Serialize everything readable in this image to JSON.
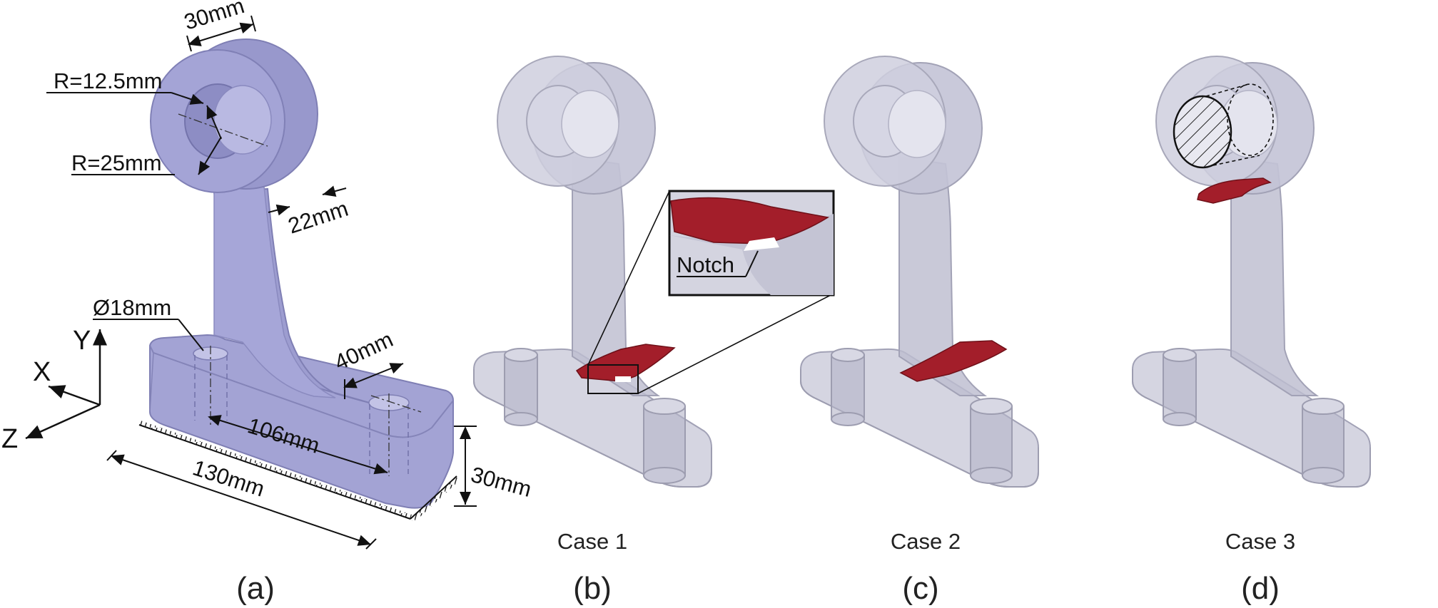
{
  "colors": {
    "part_solid": "#a7a7d6",
    "part_solid_dark": "#8a8ac0",
    "part_translucent": "#c6c6d6",
    "part_translucent_edge": "#9f9fb4",
    "damage_red": "#a31e2a",
    "damage_red_dark": "#6e1018",
    "line": "#111111"
  },
  "panel_a": {
    "dims": {
      "top_width": "30mm",
      "inner_radius": "R=12.5mm",
      "outer_radius": "R=25mm",
      "arm_thickness": "22mm",
      "hole_diameter": "Ø18mm",
      "slot_length": "40mm",
      "hole_spacing": "106mm",
      "base_length": "130mm",
      "base_height": "30mm"
    },
    "axes": {
      "y": "Y",
      "x": "X",
      "z": "Z"
    },
    "label": "(a)"
  },
  "panel_b": {
    "case": "Case 1",
    "label": "(b)",
    "inset_text": "Notch"
  },
  "panel_c": {
    "case": "Case 2",
    "label": "(c)"
  },
  "panel_d": {
    "case": "Case 3",
    "label": "(d)"
  }
}
